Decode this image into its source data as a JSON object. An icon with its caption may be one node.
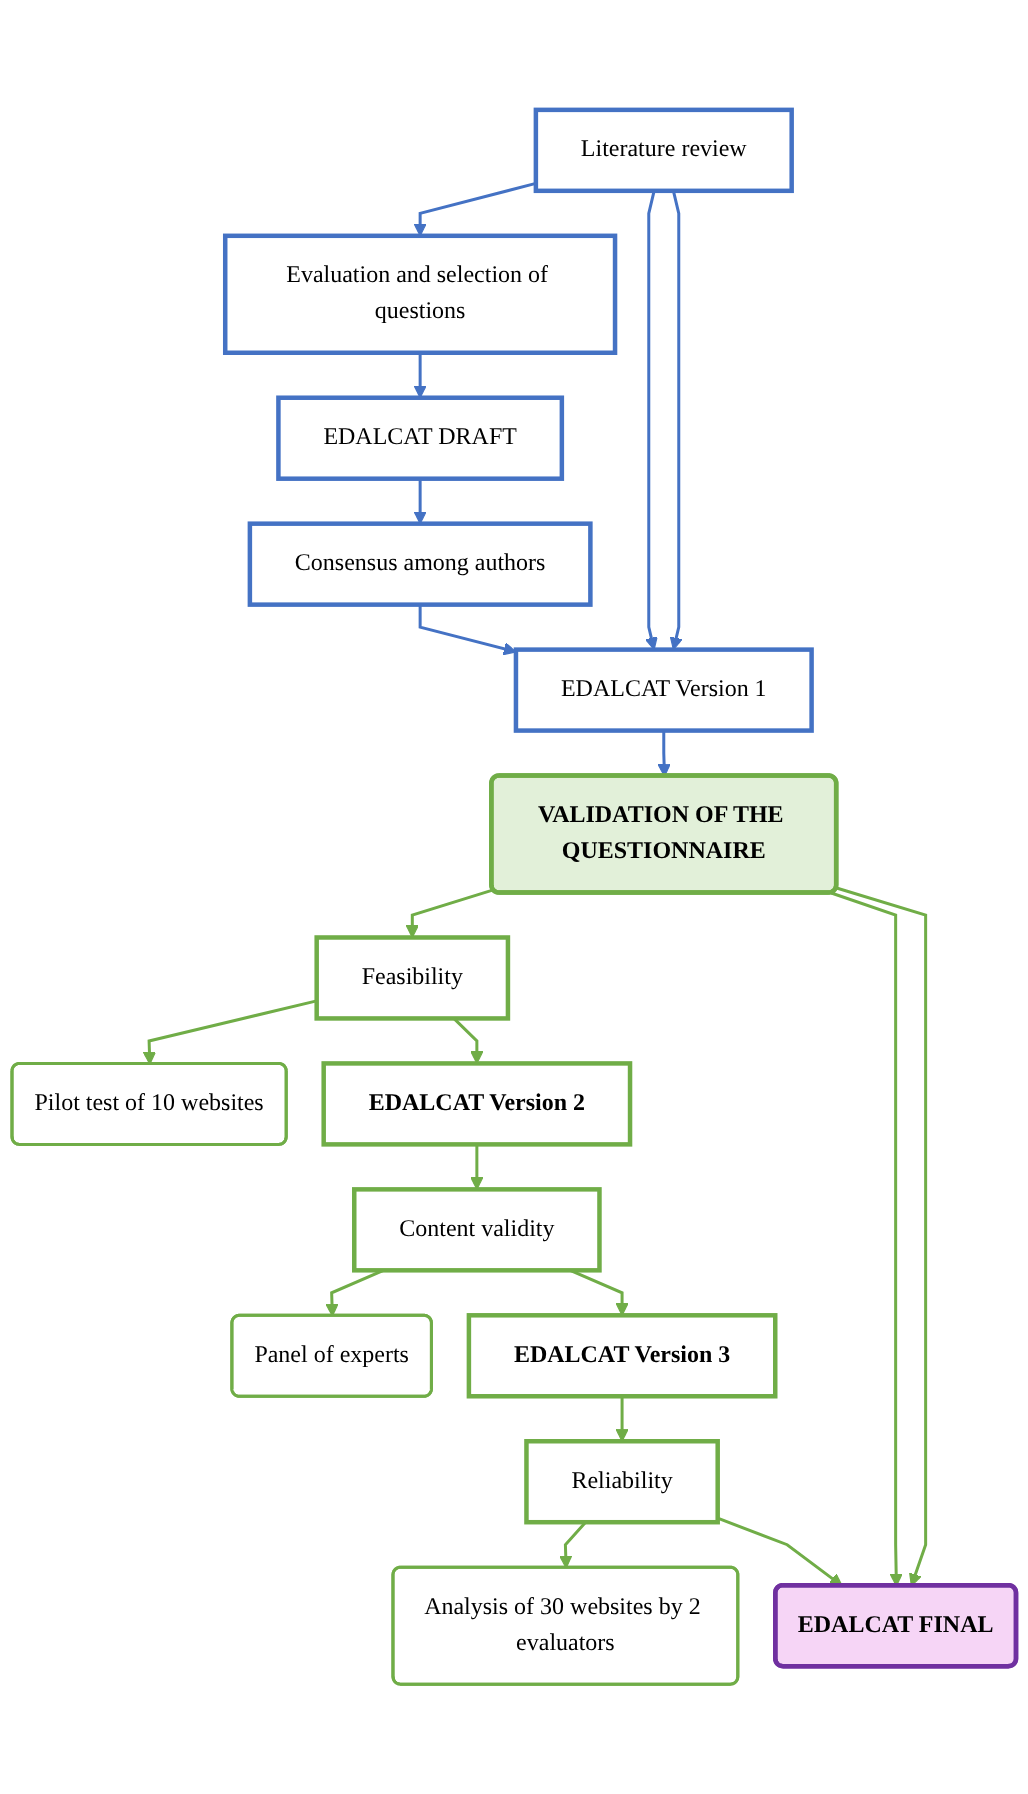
{
  "diagram": {
    "nodes": [
      {
        "text": [
          "Literature review"
        ]
      },
      {
        "text": [
          "Evaluation and selection of questions"
        ]
      },
      {
        "text": [
          "EDALCAT DRAFT"
        ]
      },
      {
        "text": [
          "Consensus among authors"
        ]
      },
      {
        "text": [
          "EDALCAT Version 1"
        ]
      },
      {
        "text": [
          "VALIDATION OF THE QUESTIONNAIRE"
        ]
      },
      {
        "text": [
          "Pilot test of 10 websites"
        ]
      },
      {
        "text": [
          "Feasibility"
        ]
      },
      {
        "text": [
          "EDALCAT Version 2"
        ]
      },
      {
        "text": [
          "Panel of experts"
        ]
      },
      {
        "text": [
          "Content validity"
        ]
      },
      {
        "text": [
          "EDALCAT Version 3"
        ]
      },
      {
        "text": [
          "Analysis of 30 websites by 2 evaluators"
        ]
      },
      {
        "text": [
          "Reliability"
        ]
      },
      {
        "text": [
          "EDALCAT FINAL"
        ]
      }
    ],
    "edges": [
      {
        "from": 0,
        "to": 1,
        "arrow": "to",
        "color": "#4472c4"
      },
      {
        "from": 1,
        "to": 2,
        "arrow": "to",
        "color": "#4472c4"
      },
      {
        "from": 2,
        "to": 3,
        "arrow": "to",
        "color": "#4472c4"
      },
      {
        "from": 3,
        "to": 4,
        "arrow": "to",
        "color": "#4472c4"
      },
      {
        "from": 0,
        "to": 4,
        "arrow": "to",
        "color": "#4472c4"
      },
      {
        "from": 0,
        "to": 4,
        "arrow": "to",
        "color": "#4472c4"
      },
      {
        "from": 4,
        "to": 5,
        "arrow": "to",
        "color": "#4472c4"
      },
      {
        "from": 5,
        "to": 7,
        "arrow": "to"
      },
      {
        "from": 7,
        "to": 6,
        "arrow": "to"
      },
      {
        "from": 7,
        "to": 8,
        "arrow": "to"
      },
      {
        "from": 8,
        "to": 10,
        "arrow": "to"
      },
      {
        "from": 10,
        "to": 9,
        "arrow": "to"
      },
      {
        "from": 10,
        "to": 11,
        "arrow": "to"
      },
      {
        "from": 11,
        "to": 13,
        "arrow": "to"
      },
      {
        "from": 13,
        "to": 12,
        "arrow": "to"
      },
      {
        "from": 13,
        "to": 14,
        "arrow": "to"
      },
      {
        "from": 5,
        "to": 14,
        "arrow": "to"
      },
      {
        "from": 5,
        "to": 14,
        "arrow": "to"
      }
    ]
  }
}
